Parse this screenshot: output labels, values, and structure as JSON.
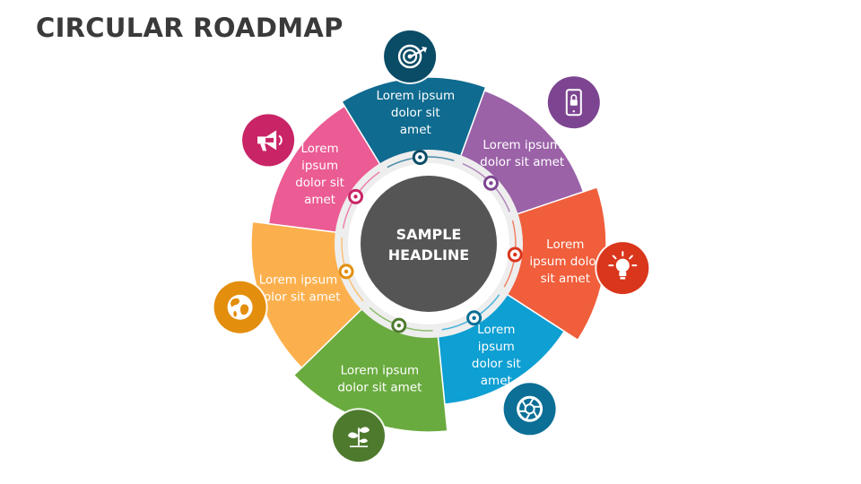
{
  "title": "CIRCULAR ROADMAP",
  "center": {
    "line1": "SAMPLE",
    "line2": "HEADLINE"
  },
  "colors": {
    "background": "#ffffff",
    "ring": "#eeeeee",
    "center": "#555555",
    "title": "#3a3a3a"
  },
  "segments": [
    {
      "name": "purple",
      "color": "#9b62a8",
      "icon_bg": "#7d4591",
      "icon": "phone-lock-icon",
      "lines": [
        "Lorem ipsum",
        "dolor sit amet"
      ]
    },
    {
      "name": "orange-red",
      "color": "#f05e3b",
      "icon_bg": "#d9361c",
      "icon": "lightbulb-icon",
      "lines": [
        "Lorem",
        "ipsum dolor",
        "sit amet"
      ]
    },
    {
      "name": "blue",
      "color": "#0e9fd3",
      "icon_bg": "#0b6f96",
      "icon": "aperture-icon",
      "lines": [
        "Lorem",
        "ipsum",
        "dolor sit",
        "amet"
      ]
    },
    {
      "name": "green",
      "color": "#6aab3f",
      "icon_bg": "#4e7a2d",
      "icon": "sprout-icon",
      "lines": [
        "Lorem ipsum",
        "dolor sit amet"
      ]
    },
    {
      "name": "yellow",
      "color": "#fcb04d",
      "icon_bg": "#e38e0d",
      "icon": "globe-icon",
      "lines": [
        "Lorem ipsum",
        "dolor sit amet"
      ]
    },
    {
      "name": "pink",
      "color": "#eb5b94",
      "icon_bg": "#c92466",
      "icon": "megaphone-icon",
      "lines": [
        "Lorem",
        "ipsum",
        "dolor sit",
        "amet"
      ]
    },
    {
      "name": "teal",
      "color": "#0f6b8f",
      "icon_bg": "#0a4b66",
      "icon": "target-icon",
      "lines": [
        "Lorem ipsum",
        "dolor sit",
        "amet"
      ]
    }
  ]
}
